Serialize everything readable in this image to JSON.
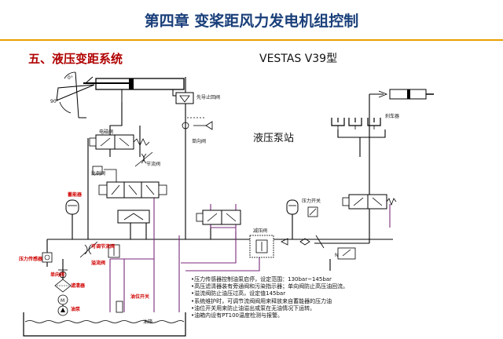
{
  "header": {
    "title": "第四章  变桨距风力发电机组控制",
    "section": "五、液压变距系统",
    "model": "VESTAS  V39型",
    "station": "液压泵站"
  },
  "angles": {
    "zero": "0°",
    "ninety": "90°"
  },
  "labels": {
    "pilot_check": "先导止回阀",
    "solenoid": "电磁阀",
    "check_valve": "单向阀",
    "throttle": "节流阀",
    "proportional": "比例阀",
    "accumulator": "蓄能器",
    "adjustable_throttle": "可调节流阀",
    "overflow": "溢流阀",
    "pressure_sensor": "压力传感器",
    "check_valve_2": "单向阀",
    "filter": "滤清器",
    "pump": "油泵",
    "motor": "M",
    "level_switch": "油位开关",
    "tank": "油箱",
    "relief": "减压阀",
    "pressure_switch": "压力开关",
    "brake_caliper": "刹车器",
    "n_mark": "N"
  },
  "notes": [
    "•压力传感器控制油泵启停，设定范围：130bar~145bar",
    "•高压滤清器装有旁通阀和污染指示器；单向阀防止高压油回流。",
    "•溢流阀防止油压过高，设定值145bar",
    "•系统维护时，可调节流阀阀用来释放来自蓄能器的压力油",
    "•油位开关用来防止油溢出或泵在无油情况下运转。",
    "•油箱内设有PT100温度检测与报警。"
  ],
  "colors": {
    "title": "#1a3f7a",
    "rule": "#e9a000",
    "section": "#b00000",
    "line": "#000000",
    "return_line": "#7a2a7a",
    "label_red": "#d00000"
  }
}
